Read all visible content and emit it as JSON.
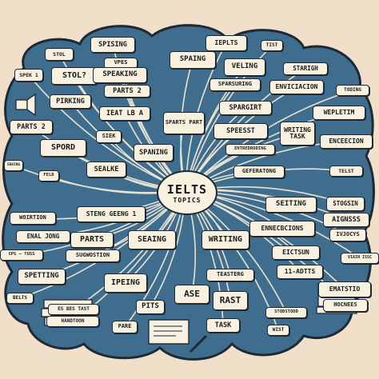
{
  "center": {
    "title": "IELTS",
    "subtitle": "TOPICS"
  },
  "nodes": [
    {
      "id": "stol1",
      "text": "STOL"
    },
    {
      "id": "spek1",
      "text": "SPEK 1"
    },
    {
      "id": "stol2",
      "text": "STOL?"
    },
    {
      "id": "pirking",
      "text": "PIRKING"
    },
    {
      "id": "parts2a",
      "text": "PARTS 2"
    },
    {
      "id": "spord",
      "text": "SPORD"
    },
    {
      "id": "sewing",
      "text": "SEWING"
    },
    {
      "id": "feld",
      "text": "FELD"
    },
    {
      "id": "spising",
      "text": "SPISING"
    },
    {
      "id": "vpes",
      "text": "VPES"
    },
    {
      "id": "speaking",
      "text": "SPEAKING"
    },
    {
      "id": "parts2b",
      "text": "PARTS 2"
    },
    {
      "id": "ieatlba",
      "text": "IEAT LB A"
    },
    {
      "id": "siek",
      "text": "SIEK"
    },
    {
      "id": "spaning",
      "text": "SPANING"
    },
    {
      "id": "sealke",
      "text": "SEALKE"
    },
    {
      "id": "spaingtop",
      "text": "SPAING"
    },
    {
      "id": "spartspart",
      "text": "SPARTS PART"
    },
    {
      "id": "ieplts",
      "text": "IEPLTS"
    },
    {
      "id": "tist",
      "text": "TIST"
    },
    {
      "id": "veling",
      "text": "VELING"
    },
    {
      "id": "sparsuring",
      "text": "SPARSURING"
    },
    {
      "id": "spargirt",
      "text": "SPARGIRT"
    },
    {
      "id": "speesst",
      "text": "SPEESST"
    },
    {
      "id": "entredroding",
      "text": "ENTREDRODING"
    },
    {
      "id": "geferatong",
      "text": "GEFERATONG"
    },
    {
      "id": "starigh",
      "text": "STARIGH"
    },
    {
      "id": "enviciacion",
      "text": "ENVICIACION"
    },
    {
      "id": "toding",
      "text": "TODING"
    },
    {
      "id": "wepletim",
      "text": "WEPLETIM"
    },
    {
      "id": "writingtask",
      "text": "WRITING TASK"
    },
    {
      "id": "enceecion",
      "text": "ENCEECION"
    },
    {
      "id": "telst",
      "text": "TELST"
    },
    {
      "id": "woirtion",
      "text": "WOIRTION"
    },
    {
      "id": "steng",
      "text": "STENG GEENG 1"
    },
    {
      "id": "enaljong",
      "text": "ENAL JONG"
    },
    {
      "id": "parts",
      "text": "PARTS"
    },
    {
      "id": "cpsetuss",
      "text": "CPS – TUSS"
    },
    {
      "id": "sugwostion",
      "text": "SUGWOSTION"
    },
    {
      "id": "speting",
      "text": "SPETTING"
    },
    {
      "id": "belts",
      "text": "BELTS"
    },
    {
      "id": "seaing",
      "text": "SEAING"
    },
    {
      "id": "ipeing",
      "text": "IPEING"
    },
    {
      "id": "pits",
      "text": "PITS"
    },
    {
      "id": "pare",
      "text": "PARE"
    },
    {
      "id": "ase",
      "text": "ASE"
    },
    {
      "id": "writing",
      "text": "WRITING"
    },
    {
      "id": "teasterg",
      "text": "TEASTERG"
    },
    {
      "id": "rast",
      "text": "RAST"
    },
    {
      "id": "task",
      "text": "TASK"
    },
    {
      "id": "seiting",
      "text": "SEITING"
    },
    {
      "id": "stogsin",
      "text": "STOGSIN"
    },
    {
      "id": "aignsss",
      "text": "AIGNSSS"
    },
    {
      "id": "encebcions",
      "text": "ENNECBCIONS"
    },
    {
      "id": "ivjocys",
      "text": "IVJOCYS"
    },
    {
      "id": "eictsun",
      "text": "EICTSUN"
    },
    {
      "id": "adtts",
      "text": "11-ADTTS"
    },
    {
      "id": "viain",
      "text": "VIAIN ISSC"
    },
    {
      "id": "ematstio",
      "text": "EMATSTIO"
    },
    {
      "id": "hocnees",
      "text": "HOCNEES"
    },
    {
      "id": "stodstodd",
      "text": "STODSTODD"
    },
    {
      "id": "wist",
      "text": "WIST"
    },
    {
      "id": "eseestast",
      "text": "ES BES TAST"
    },
    {
      "id": "handtoon",
      "text": "HANDTOON"
    }
  ],
  "colors": {
    "background": "#f2dfc9",
    "cloud": "#3f6d8e",
    "cloud_outline": "#1d2a36",
    "node_fill": "#f8f1e0",
    "line": "#e8e2d2"
  },
  "icons": [
    "book-stack-icon",
    "pencil-paper-icon",
    "notebook-icon",
    "speaker-icon"
  ]
}
